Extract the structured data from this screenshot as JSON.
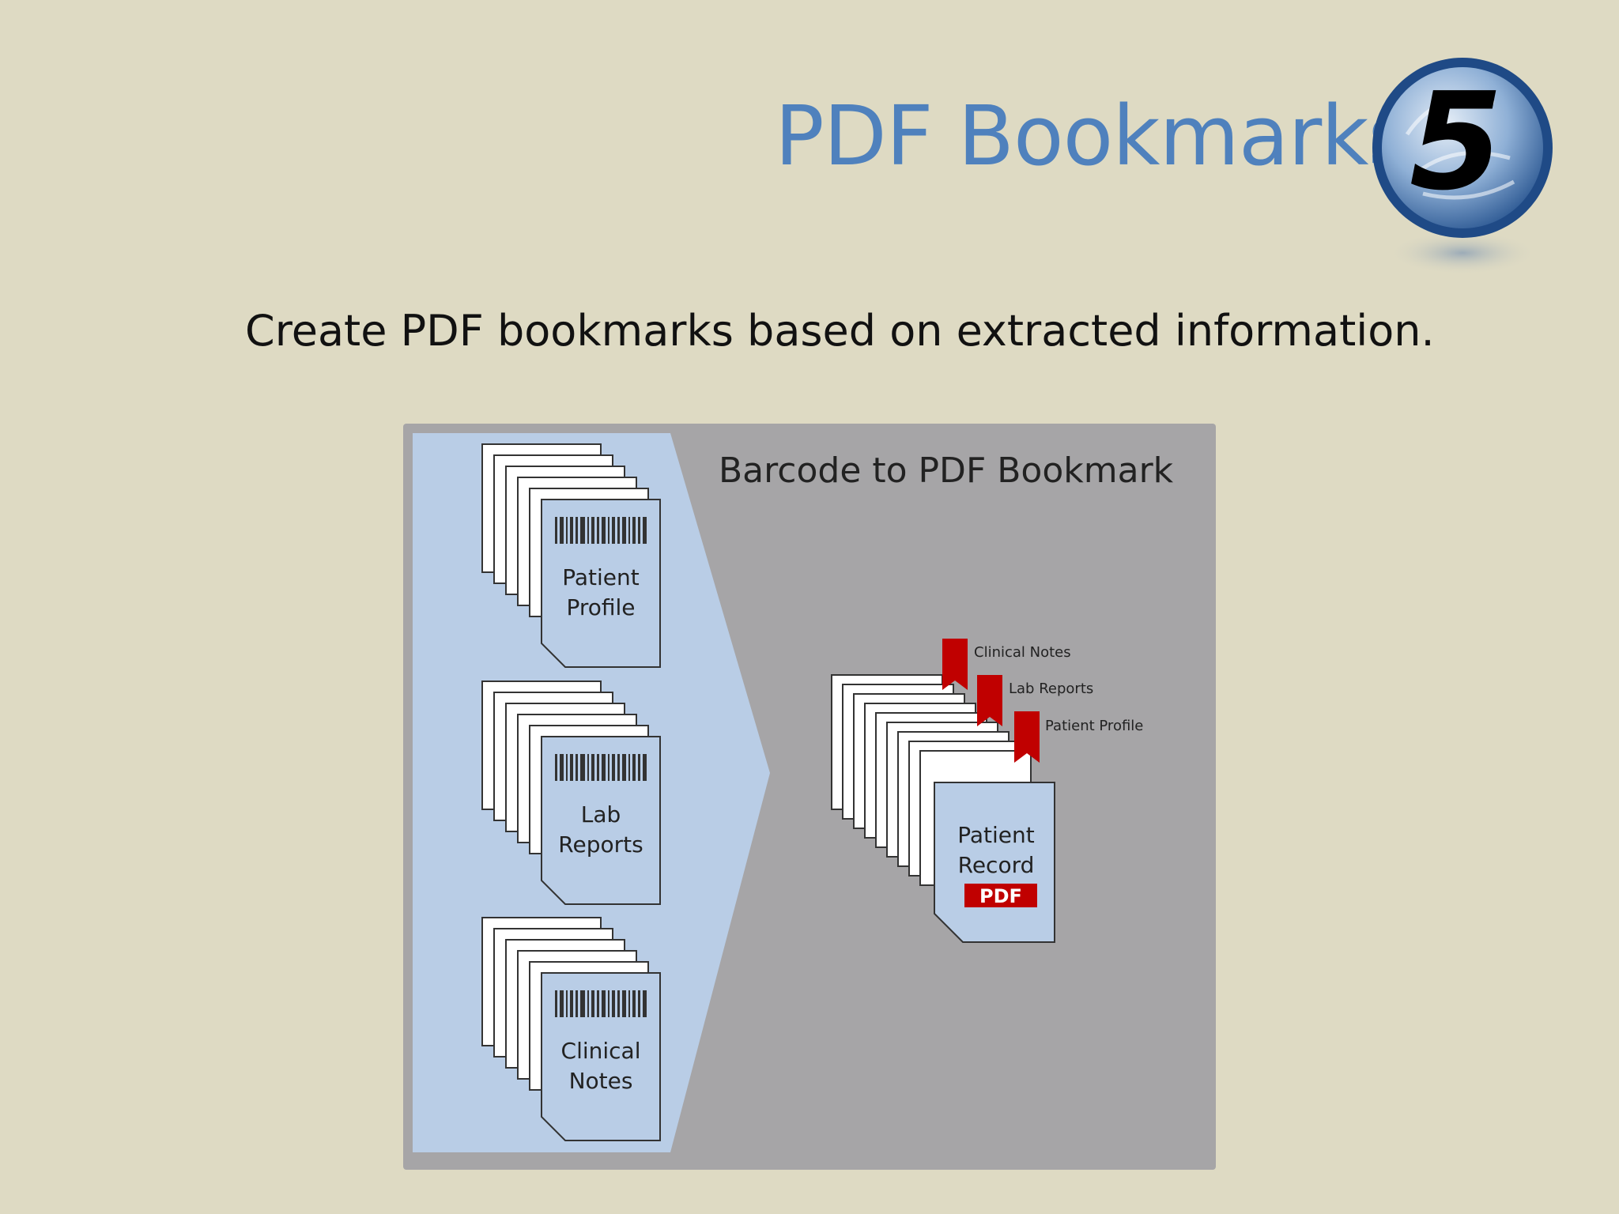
{
  "slide": {
    "title": "PDF Bookmarks",
    "step_number": "5",
    "subtitle": "Create PDF bookmarks based on extracted information."
  },
  "diagram": {
    "heading": "Barcode to PDF Bookmark",
    "source_stacks": [
      {
        "line1": "Patient",
        "line2": "Profile"
      },
      {
        "line1": "Lab",
        "line2": "Reports"
      },
      {
        "line1": "Clinical",
        "line2": "Notes"
      }
    ],
    "bookmarks": [
      "Clinical Notes",
      "Lab Reports",
      "Patient Profile"
    ],
    "output_doc": {
      "line1": "Patient",
      "line2": "Record",
      "badge": "PDF"
    }
  },
  "colors": {
    "background": "#dedac3",
    "title": "#4f81bd",
    "panel_gray": "#a6a5a7",
    "panel_blue": "#b9cde6",
    "bookmark_red": "#c00000"
  }
}
